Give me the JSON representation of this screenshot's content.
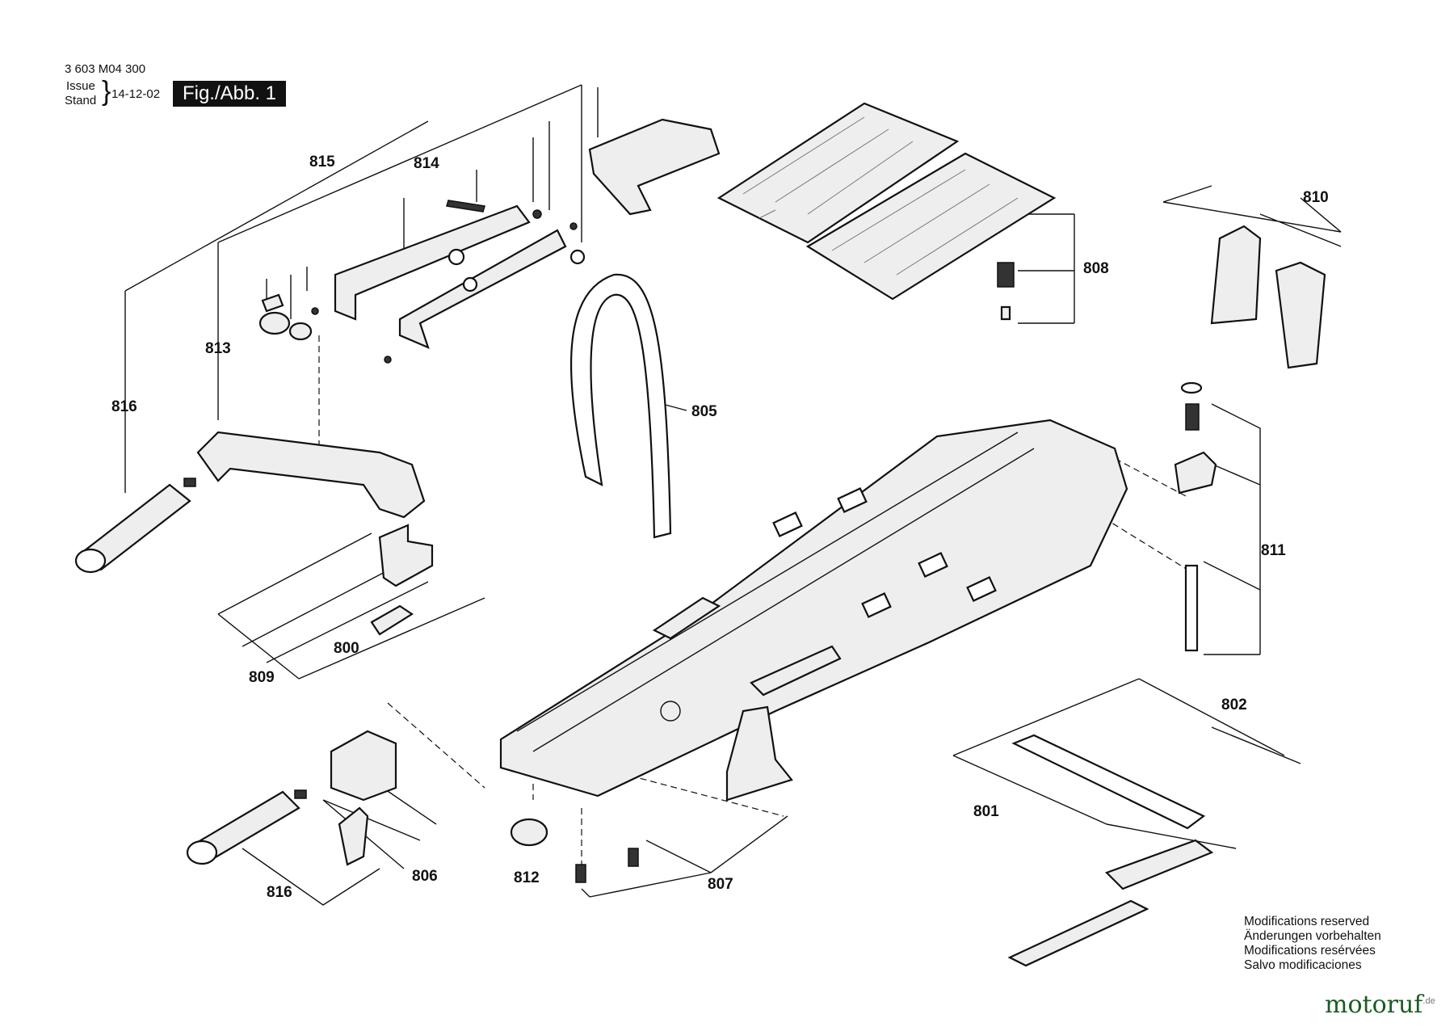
{
  "document_number": "3 603 M04 300",
  "issue_label": "Issue",
  "stand_label": "Stand",
  "issue_date": "14-12-02",
  "figure_label": "Fig./Abb. 1",
  "part_labels": [
    "815",
    "814",
    "810",
    "808",
    "813",
    "816",
    "805",
    "811",
    "800",
    "809",
    "802",
    "801",
    "816",
    "806",
    "812",
    "807"
  ],
  "modifications_notice": [
    "Modifications reserved",
    "Änderungen vorbehalten",
    "Modifications resérvées",
    "Salvo modificaciones"
  ],
  "watermark": {
    "text": "motoruf",
    "suffix": ".de"
  },
  "colors": {
    "line": "#111111",
    "fill": "#eeeeee",
    "watermark": "#1a5c22"
  }
}
